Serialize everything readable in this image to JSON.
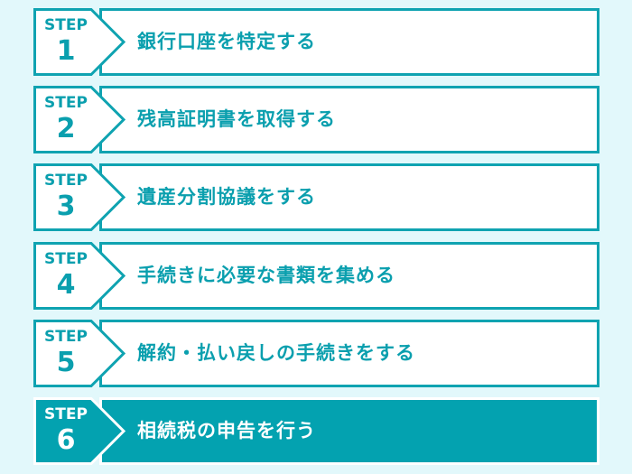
{
  "colors": {
    "accent": "#0fa3b1",
    "background": "#e2f8fb",
    "active_fill": "#03a2b0"
  },
  "step_word": "STEP",
  "steps": [
    {
      "number": "1",
      "label": "銀行口座を特定する"
    },
    {
      "number": "2",
      "label": "残高証明書を取得する"
    },
    {
      "number": "3",
      "label": "遺産分割協議をする"
    },
    {
      "number": "4",
      "label": "手続きに必要な書類を集める"
    },
    {
      "number": "5",
      "label": "解約・払い戻しの手続きをする"
    },
    {
      "number": "6",
      "label": "相続税の申告を行う"
    }
  ]
}
